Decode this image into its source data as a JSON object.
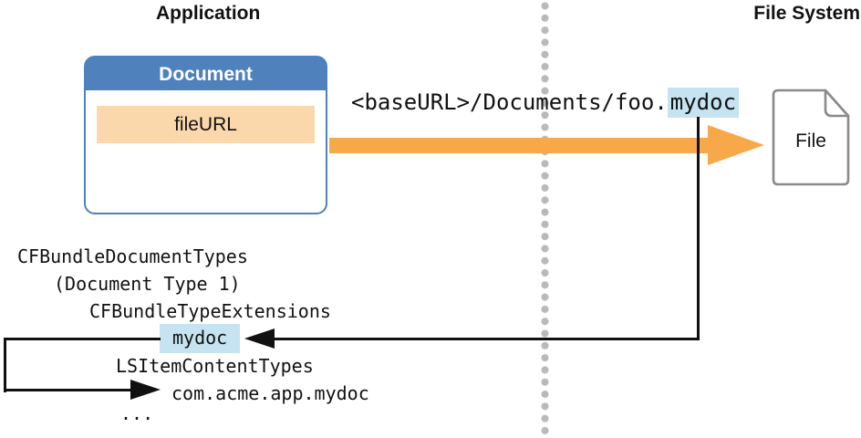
{
  "titles": {
    "left": "Application",
    "right": "File System"
  },
  "document_box": {
    "title": "Document",
    "property": "fileURL"
  },
  "url_annotation": {
    "prefix": "<baseURL>/Documents/foo.",
    "extension": "mydoc"
  },
  "file_system": {
    "file_label": "File"
  },
  "plist_block": {
    "line1": "CFBundleDocumentTypes",
    "line2": "(Document Type 1)",
    "line3": "CFBundleTypeExtensions",
    "line4_highlight": "mydoc",
    "line5": "LSItemContentTypes",
    "line6": "com.acme.app.mydoc",
    "line7": "..."
  },
  "colors": {
    "accent_blue": "#4F81BD",
    "peach": "#FBD8AC",
    "orange": "#F7A94A",
    "highlight_blue": "#C5E3F0",
    "line_black": "#111111",
    "dot_gray": "#b9b9b9",
    "icon_gray": "#8a8a8a"
  }
}
